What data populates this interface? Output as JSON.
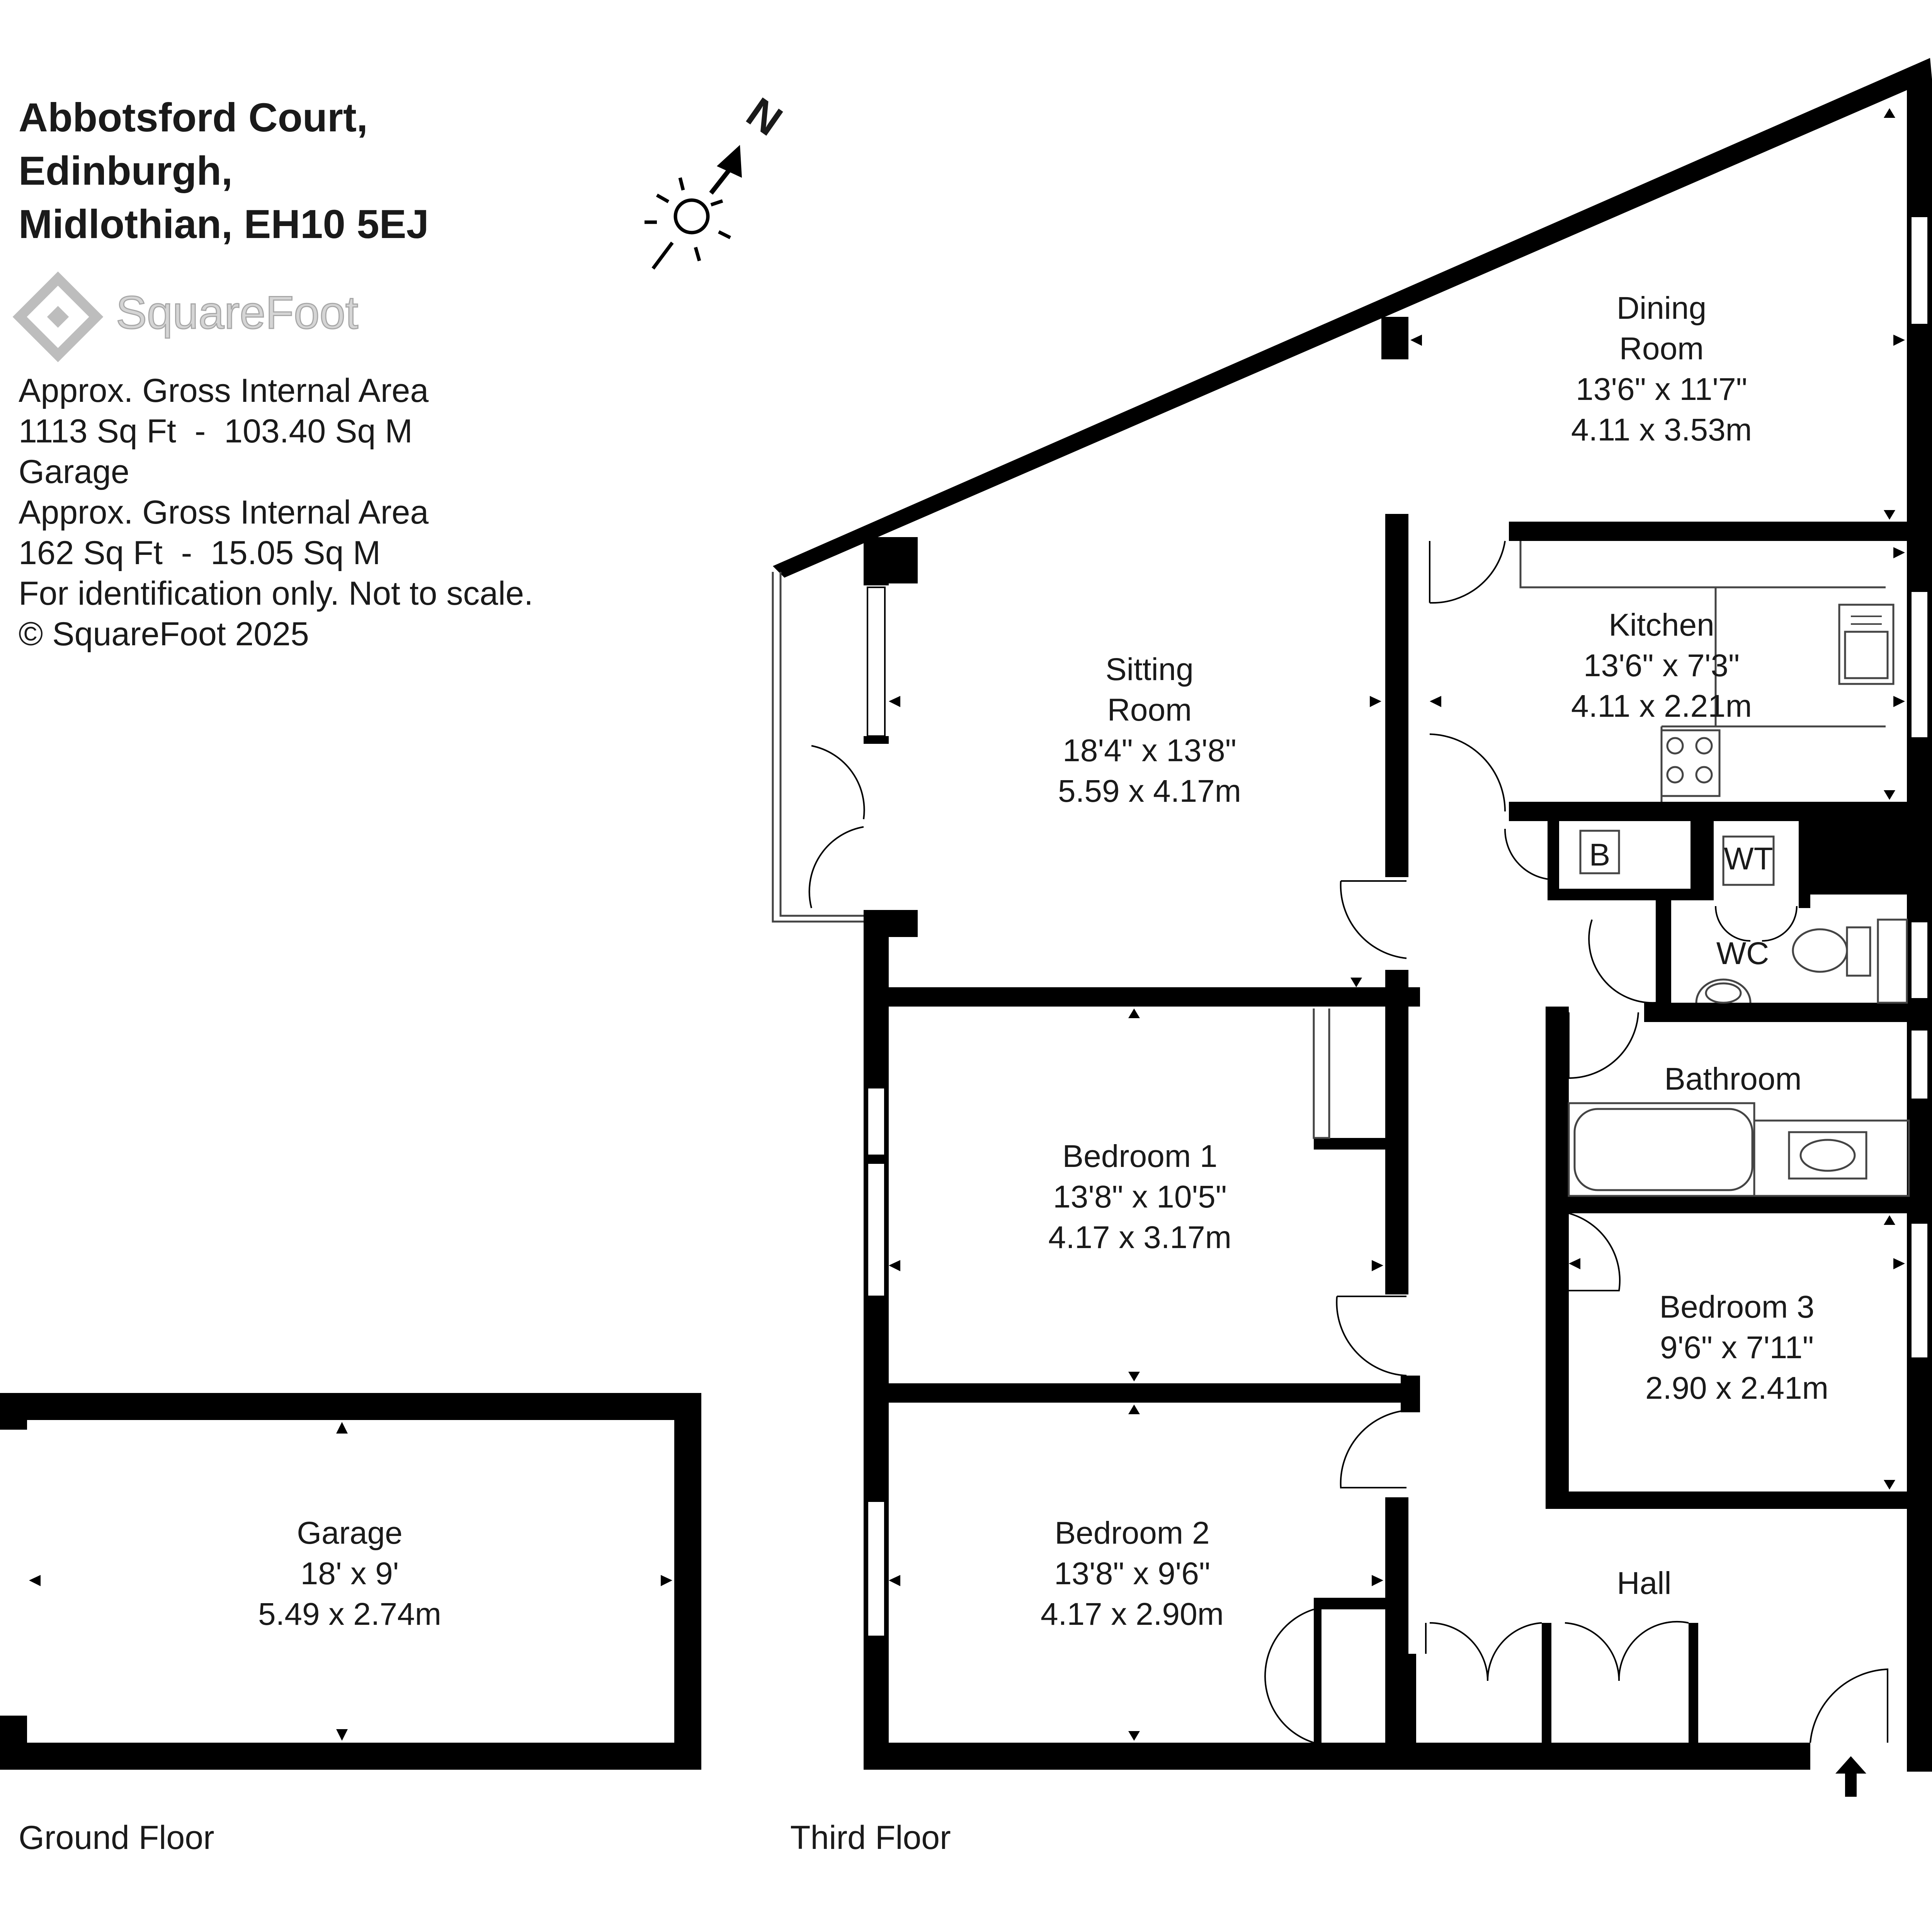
{
  "header": {
    "address_lines": [
      "Abbotsford Court,",
      "Edinburgh,",
      "Midlothian, EH10 5EJ"
    ],
    "logo_text": "SquareFoot",
    "info_lines": [
      "Approx. Gross Internal Area",
      "1113 Sq Ft  -  103.40 Sq M",
      "Garage",
      "Approx. Gross Internal Area",
      "162 Sq Ft  -  15.05 Sq M",
      "For identification only. Not to scale.",
      "© SquareFoot 2025"
    ]
  },
  "compass": {
    "label": "N",
    "icon": "north-arrow-sun-icon"
  },
  "rooms": {
    "dining": {
      "name_l1": "Dining",
      "name_l2": "Room",
      "imperial": "13'6\" x 11'7\"",
      "metric": "4.11 x 3.53m"
    },
    "kitchen": {
      "name": "Kitchen",
      "imperial": "13'6\" x 7'3\"",
      "metric": "4.11 x 2.21m"
    },
    "sitting": {
      "name_l1": "Sitting",
      "name_l2": "Room",
      "imperial": "18'4\" x 13'8\"",
      "metric": "5.59 x 4.17m"
    },
    "bedroom1": {
      "name": "Bedroom 1",
      "imperial": "13'8\" x 10'5\"",
      "metric": "4.17 x 3.17m"
    },
    "bedroom2": {
      "name": "Bedroom 2",
      "imperial": "13'8\" x 9'6\"",
      "metric": "4.17 x 2.90m"
    },
    "bedroom3": {
      "name": "Bedroom 3",
      "imperial": "9'6\" x 7'11\"",
      "metric": "2.90 x 2.41m"
    },
    "bathroom": {
      "name": "Bathroom"
    },
    "wc": {
      "name": "WC"
    },
    "hall": {
      "name": "Hall"
    },
    "boiler": {
      "name": "B"
    },
    "water_tank": {
      "name": "WT"
    },
    "garage": {
      "name": "Garage",
      "imperial": "18' x 9'",
      "metric": "5.49 x 2.74m"
    }
  },
  "floors": {
    "ground": "Ground Floor",
    "third": "Third Floor"
  }
}
